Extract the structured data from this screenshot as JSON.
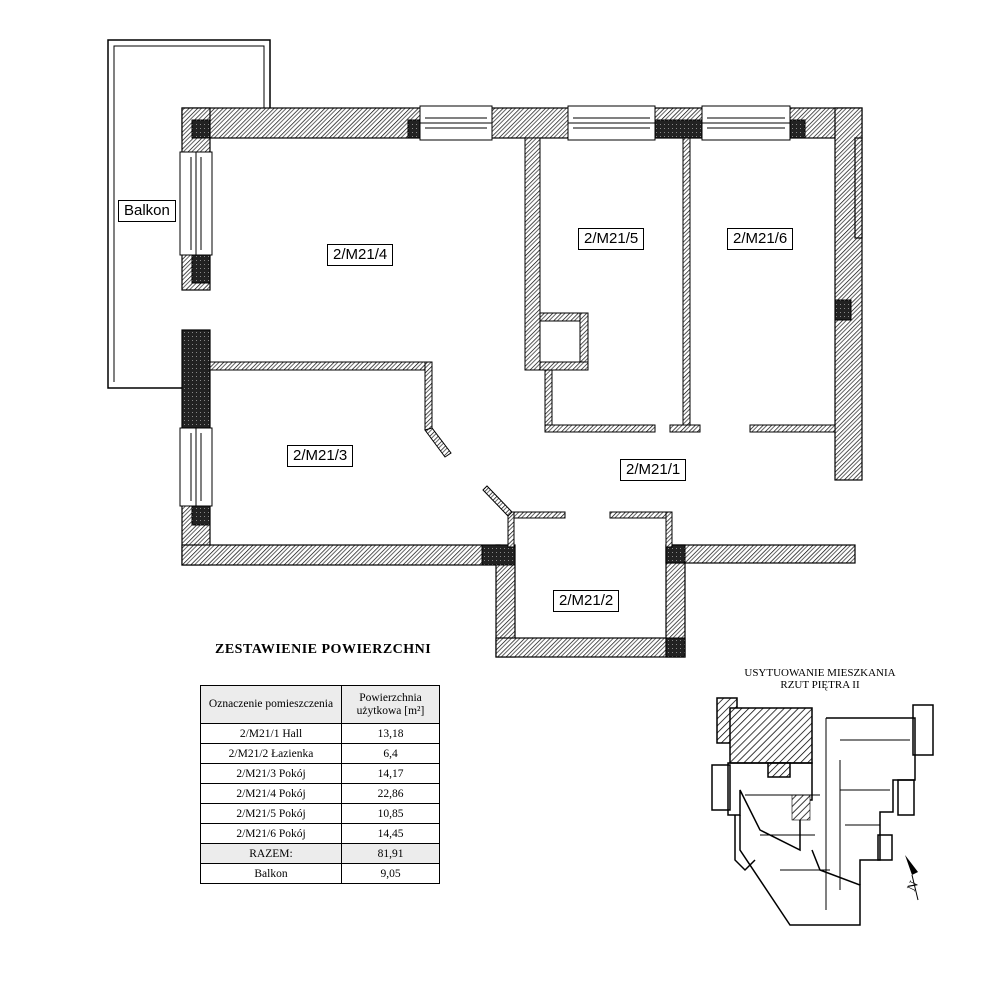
{
  "rooms": {
    "balkon": "Balkon",
    "r1": "2/M21/1",
    "r2": "2/M21/2",
    "r3": "2/M21/3",
    "r4": "2/M21/4",
    "r5": "2/M21/5",
    "r6": "2/M21/6"
  },
  "summary": {
    "title": "ZESTAWIENIE POWIERZCHNI",
    "col1": "Oznaczenie pomieszczenia",
    "col2_line1": "Powierzchnia",
    "col2_line2": "użytkowa [m²]",
    "rows": [
      {
        "name": "2/M21/1 Hall",
        "area": "13,18"
      },
      {
        "name": "2/M21/2 Łazienka",
        "area": "6,4"
      },
      {
        "name": "2/M21/3 Pokój",
        "area": "14,17"
      },
      {
        "name": "2/M21/4 Pokój",
        "area": "22,86"
      },
      {
        "name": "2/M21/5 Pokój",
        "area": "10,85"
      },
      {
        "name": "2/M21/6 Pokój",
        "area": "14,45"
      }
    ],
    "total_label": "RAZEM:",
    "total_area": "81,91",
    "balcony_label": "Balkon",
    "balcony_area": "9,05"
  },
  "location": {
    "line1": "USYTUOWANIE MIESZKANIA",
    "line2": "RZUT PIĘTRA II",
    "north": "N"
  }
}
